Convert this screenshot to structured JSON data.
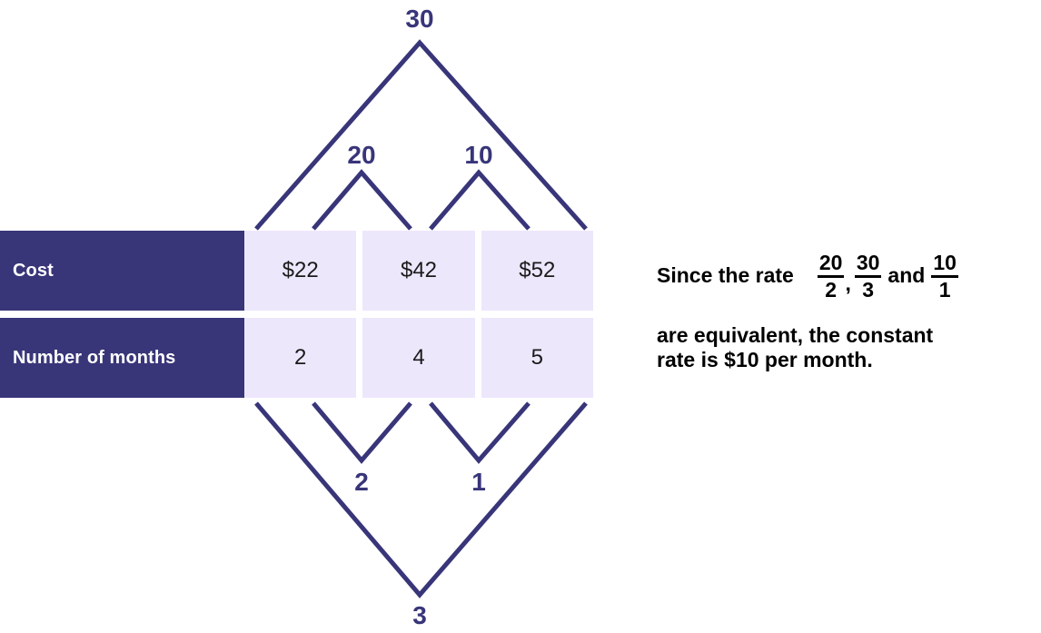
{
  "colors": {
    "navy": "#383579",
    "cell_lavender": "#EDE7FC",
    "white": "#ffffff",
    "text_black": "#000000"
  },
  "table": {
    "rows": [
      {
        "header": "Cost",
        "cells": [
          "$22",
          "$42",
          "$52"
        ]
      },
      {
        "header": "Number of months",
        "cells": [
          "2",
          "4",
          "5"
        ]
      }
    ]
  },
  "top_arcs": {
    "outer_label": "30",
    "inner_labels": [
      "20",
      "10"
    ]
  },
  "bottom_arcs": {
    "outer_label": "3",
    "inner_labels": [
      "2",
      "1"
    ]
  },
  "explanation": {
    "intro": "Since the rate",
    "fractions": [
      {
        "numerator": "20",
        "denominator": "2"
      },
      {
        "numerator": "30",
        "denominator": "3"
      },
      {
        "numerator": "10",
        "denominator": "1"
      }
    ],
    "comma": ",",
    "conjunction": "and",
    "line2": "are equivalent, the constant\nrate is $10 per month."
  }
}
